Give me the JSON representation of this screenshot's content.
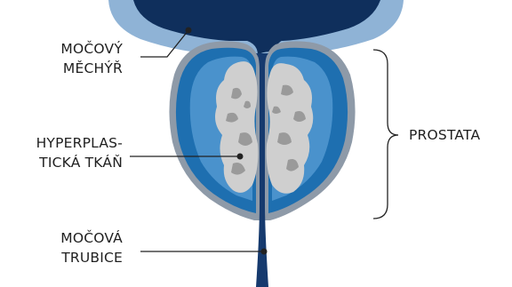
{
  "labels": {
    "bladder": [
      "MOČOVÝ",
      "MĚCHÝŘ"
    ],
    "tissue": [
      "HYPERPLAS-",
      "TICKÁ TKÁŇ"
    ],
    "urethra": [
      "MOČOVÁ",
      "TRUBICE"
    ],
    "prostate": "PROSTATA"
  },
  "colors": {
    "bladder_outer": "#8fb3d6",
    "bladder_inner": "#0f2f5c",
    "prostate_edge": "#8e9aa8",
    "prostate_blue": "#1e6fb0",
    "prostate_light": "#4a92cc",
    "tissue": "#cfcfcf",
    "tissue_spots": "#9a9a9a",
    "urethra": "#163a6e",
    "leader": "#222222"
  }
}
